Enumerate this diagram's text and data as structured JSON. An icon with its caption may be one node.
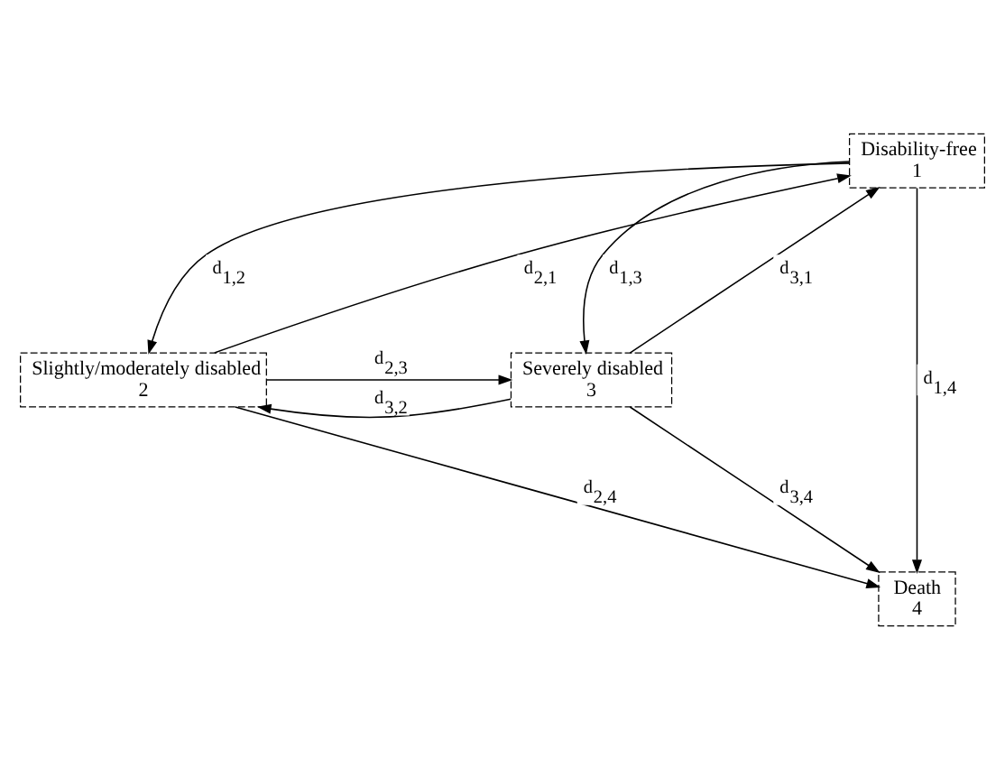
{
  "diagram": {
    "nodes": [
      {
        "text": [
          "Disability-free",
          "1"
        ]
      },
      {
        "text": [
          "Slightly/moderately disabled",
          "2"
        ]
      },
      {
        "text": [
          "Severely disabled",
          "3"
        ]
      },
      {
        "text": [
          "Death",
          "4"
        ]
      }
    ],
    "edges": [
      {
        "from": 0,
        "to": 1,
        "arrow": "to",
        "label": "d$_{1,2}$"
      },
      {
        "from": 1,
        "to": 0,
        "arrow": "to",
        "label": "d$_{2,1}$"
      },
      {
        "from": 0,
        "to": 2,
        "arrow": "to",
        "label": "d$_{1,3}$"
      },
      {
        "from": 2,
        "to": 0,
        "arrow": "to",
        "label": "d$_{3,1}$"
      },
      {
        "from": 0,
        "to": 3,
        "arrow": "to",
        "label": "d$_{1,4}$"
      },
      {
        "from": 1,
        "to": 2,
        "arrow": "to",
        "label": "d$_{2,3}$"
      },
      {
        "from": 2,
        "to": 1,
        "arrow": "to",
        "label": "d$_{3,2}$"
      },
      {
        "from": 1,
        "to": 3,
        "arrow": "to",
        "label": "d$_{2,4}$"
      },
      {
        "from": 2,
        "to": 3,
        "arrow": "to",
        "label": "d$_{3,4}$"
      }
    ]
  }
}
